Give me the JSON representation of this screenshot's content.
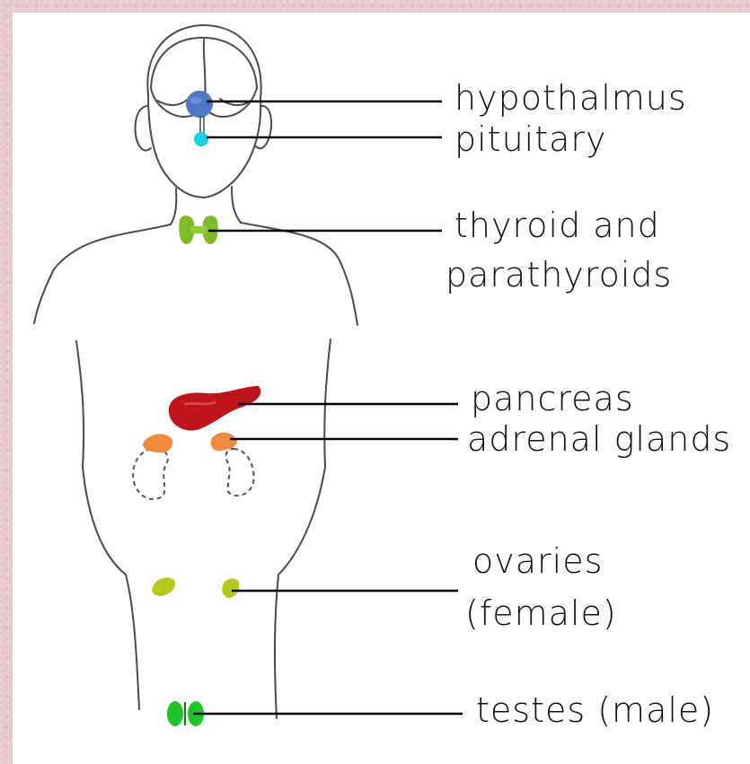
{
  "labels": {
    "hypothalamus": "hypothalmus",
    "pituitary": "pituitary",
    "thyroid_line1": "thyroid and",
    "thyroid_line2": "parathyroids",
    "pancreas": "pancreas",
    "adrenal": "adrenal glands",
    "ovaries_line1": "ovaries",
    "ovaries_line2": "(female)",
    "testes": "testes (male)"
  },
  "colors": {
    "background": "#e7c9cc",
    "panel": "#ffffff",
    "outline": "#4a4a4a",
    "hypothalamus": "#4f78c4",
    "pituitary": "#19d2e6",
    "thyroid": "#7fba2a",
    "pancreas": "#c0141c",
    "adrenal": "#f08a3c",
    "ovaries": "#b8c81e",
    "testes": "#22c22a"
  }
}
